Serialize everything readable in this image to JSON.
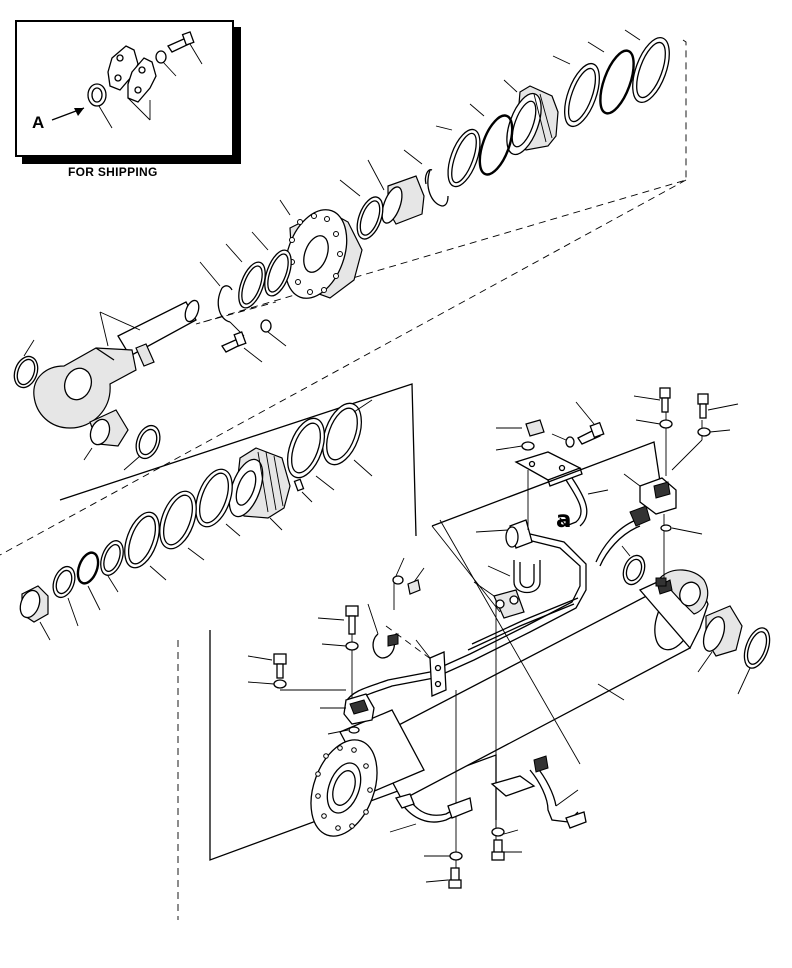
{
  "inset": {
    "caption": "FOR SHIPPING",
    "view_letter": "A"
  },
  "detail_letter": "a",
  "icons": [
    "arrow-icon",
    "bolt-icon",
    "washer-icon",
    "ring-icon",
    "cylinder-icon"
  ]
}
